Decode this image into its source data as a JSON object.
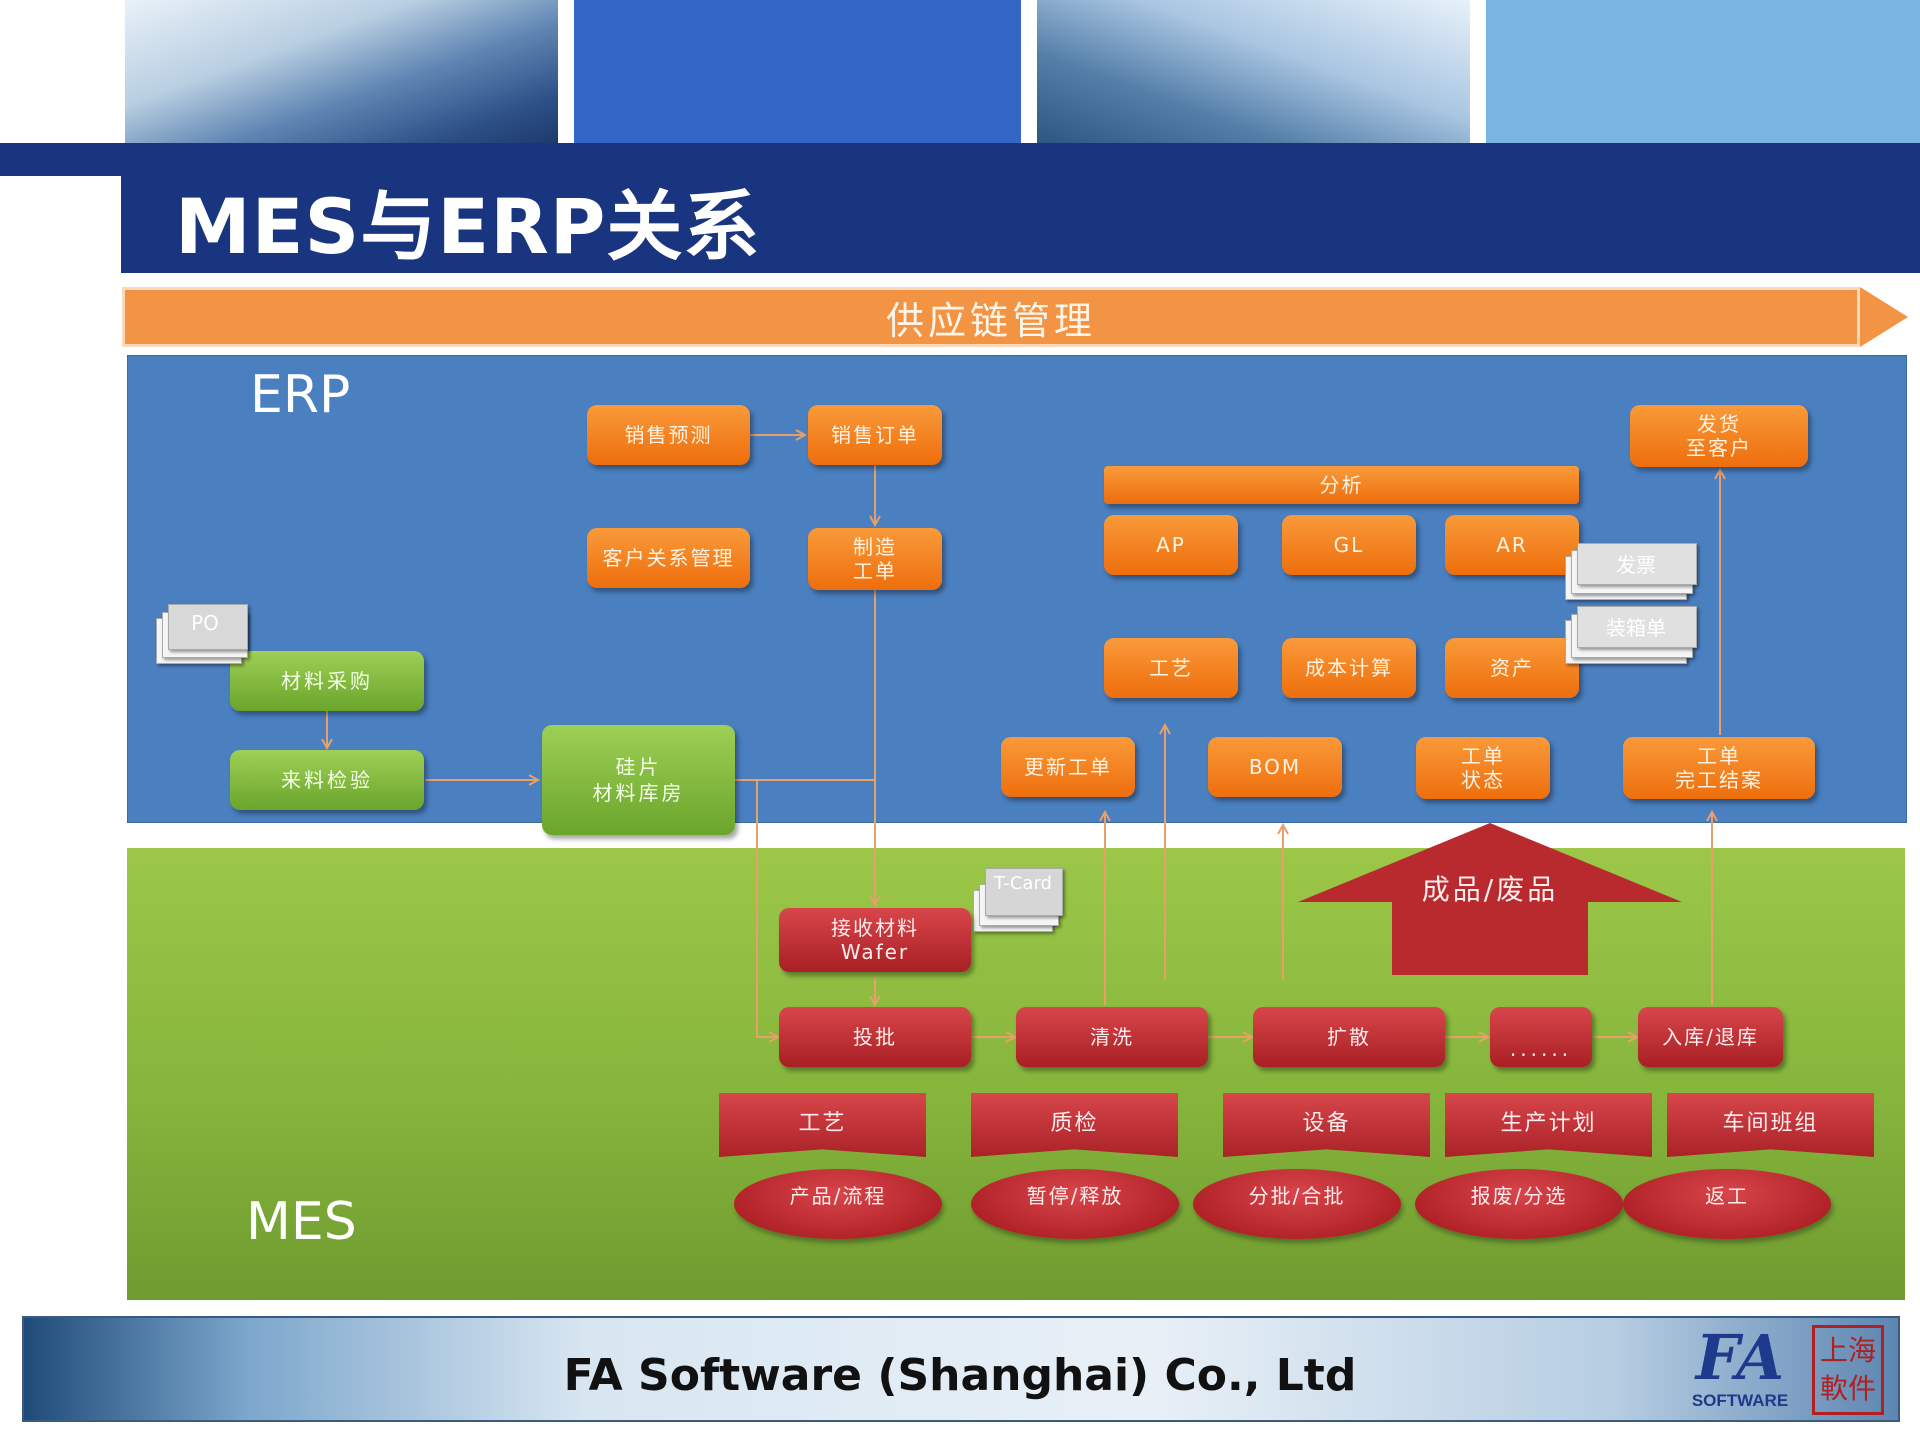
{
  "slide": {
    "title": "MES与ERP关系",
    "supply_chain_label": "供应链管理",
    "footer": "FA Software (Shanghai) Co., Ltd",
    "logo_text": "FA",
    "logo_subtext": "SOFTWARE",
    "seal_text": "上海軟件"
  },
  "erp": {
    "label": "ERP",
    "sales_forecast": "销售预测",
    "sales_order": "销售订单",
    "crm": "客户关系管理",
    "mfg_order_1": "制造",
    "mfg_order_2": "工单",
    "po_doc": "PO",
    "material_purchase": "材料采购",
    "incoming_inspection": "来料检验",
    "warehouse_1": "硅片",
    "warehouse_2": "材料库房",
    "analysis": "分析",
    "ap": "AP",
    "gl": "GL",
    "ar": "AR",
    "invoice_doc": "发票",
    "packing_doc": "装箱单",
    "ship_1": "发货",
    "ship_2": "至客户",
    "process": "工艺",
    "costing": "成本计算",
    "assets": "资产",
    "update_wo": "更新工单",
    "bom": "BOM",
    "wo_status_1": "工单",
    "wo_status_2": "状态",
    "wo_close_1": "工单",
    "wo_close_2": "完工结案"
  },
  "mes": {
    "label": "MES",
    "tcard_doc": "T-Card",
    "receive_1": "接收材料",
    "receive_2": "Wafer",
    "finished_scrap": "成品/废品",
    "steps": [
      "投批",
      "清洗",
      "扩散",
      "......",
      "入库/退库"
    ],
    "modules": [
      "工艺",
      "质检",
      "设备",
      "生产计划",
      "车间班组"
    ],
    "ovals": [
      "产品/流程",
      "暂停/释放",
      "分批/合批",
      "报废/分选",
      "返工"
    ]
  },
  "colors": {
    "title_bar": "#1a3580",
    "erp_panel": "#4a7fc0",
    "mes_panel": "#8dbb3f",
    "orange_box": "#f08020",
    "green_box": "#82bb3f",
    "red_box": "#c0303a",
    "connector": "#e8a06a"
  }
}
